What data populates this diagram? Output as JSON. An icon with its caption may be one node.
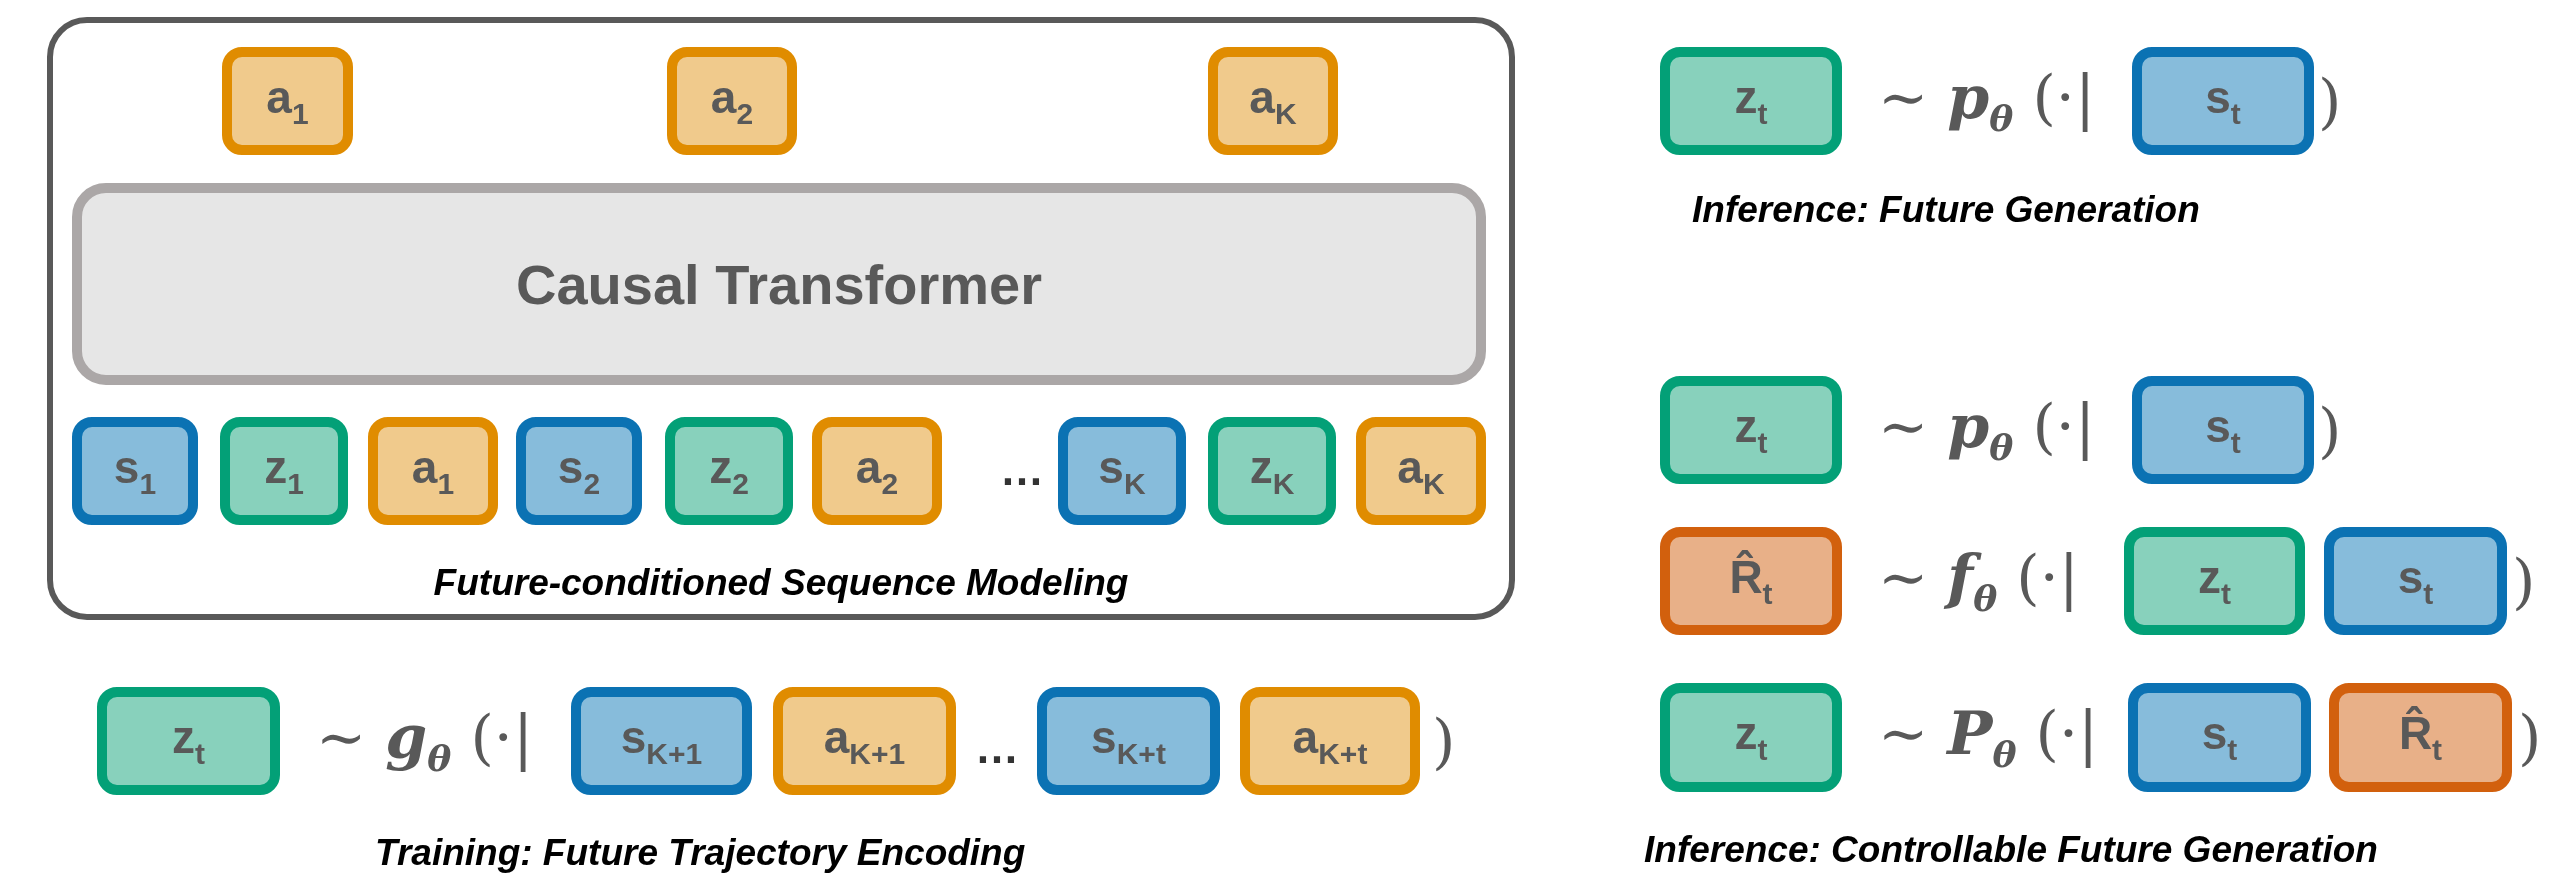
{
  "diagram": {
    "nodes": [
      {
        "text": [
          "Future-conditioned Sequence Modeling"
        ]
      },
      {
        "text": [
          "a$_{1}$"
        ],
        "in": 0
      },
      {
        "text": [
          "a$_{2}$"
        ],
        "in": 0
      },
      {
        "text": [
          "a$_{K}$"
        ],
        "in": 0
      },
      {
        "text": [
          "Causal Transformer"
        ],
        "in": 0
      },
      {
        "text": [
          "s$_{1}$"
        ],
        "in": 0
      },
      {
        "text": [
          "z$_{1}$"
        ],
        "in": 0
      },
      {
        "text": [
          "a$_{1}$"
        ],
        "in": 0
      },
      {
        "text": [
          "s$_{2}$"
        ],
        "in": 0
      },
      {
        "text": [
          "z$_{2}$"
        ],
        "in": 0
      },
      {
        "text": [
          "a$_{2}$"
        ],
        "in": 0
      },
      {
        "text": [
          "s$_{K}$"
        ],
        "in": 0
      },
      {
        "text": [
          "z$_{K}$"
        ],
        "in": 0
      },
      {
        "text": [
          "a$_{K}$"
        ],
        "in": 0
      },
      {
        "text": [
          "z$_{t}$"
        ]
      },
      {
        "text": [
          "s$_{K+1}$"
        ]
      },
      {
        "text": [
          "a$_{K+1}$"
        ]
      },
      {
        "text": [
          "s$_{K+t}$"
        ]
      },
      {
        "text": [
          "a$_{K+t}$"
        ]
      },
      {
        "text": [
          "z$_{t}$"
        ]
      },
      {
        "text": [
          "s$_{t}$"
        ]
      },
      {
        "text": [
          "z$_{t}$"
        ]
      },
      {
        "text": [
          "s$_{t}$"
        ]
      },
      {
        "text": [
          "R̂$_{t}$"
        ]
      },
      {
        "text": [
          "z$_{t}$"
        ]
      },
      {
        "text": [
          "s$_{t}$"
        ]
      },
      {
        "text": [
          "z$_{t}$"
        ]
      },
      {
        "text": [
          "s$_{t}$"
        ]
      },
      {
        "text": [
          "R̂$_{t}$"
        ]
      }
    ],
    "labels": [
      "…",
      "∼ *g*$_{θ}$ (·|",
      "…",
      ")",
      "Training: Future Trajectory Encoding",
      "∼ *p*$_{θ}$ (·|",
      ")",
      "Inference: Future Generation",
      "∼ *p*$_{θ}$ (·|",
      ")",
      "∼ *f*$_{θ}$ (·|",
      ")",
      "∼ *P*$_{θ}$ (·|",
      ")",
      "Inference: Controllable Future Generation"
    ]
  }
}
